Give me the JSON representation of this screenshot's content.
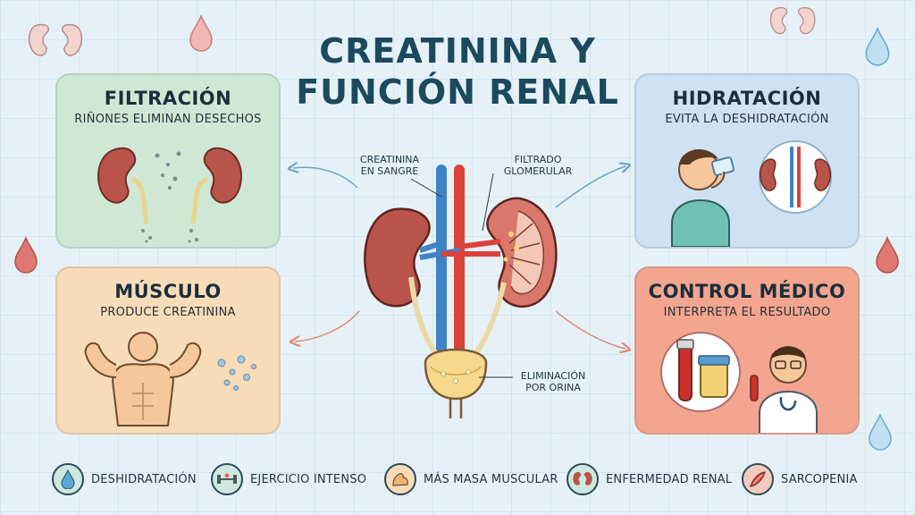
{
  "title": {
    "line1": "CREATININA Y",
    "line2": "FUNCIÓN RENAL"
  },
  "cards": {
    "filtracion": {
      "title": "FILTRACIÓN",
      "subtitle": "RIÑONES ELIMINAN DESECHOS"
    },
    "musculo": {
      "title": "MÚSCULO",
      "subtitle": "PRODUCE CREATININA"
    },
    "hidratacion": {
      "title": "HIDRATACIÓN",
      "subtitle": "EVITA LA DESHIDRATACIÓN"
    },
    "control": {
      "title": "CONTROL MÉDICO",
      "subtitle": "INTERPRETA EL RESULTADO"
    }
  },
  "diagram_labels": {
    "creatinina_sangre": "CREATININA\nEN SANGRE",
    "filtrado": "FILTRADO\nGLOMERULAR",
    "eliminacion": "ELIMINACIÓN\nPOR ORINA"
  },
  "legend": [
    {
      "label": "DESHIDRATACIÓN",
      "icon": "water-drop-icon",
      "color": "#cfe8df"
    },
    {
      "label": "EJERCICIO INTENSO",
      "icon": "dumbbell-icon",
      "color": "#cfe8df"
    },
    {
      "label": "MÁS MASA MUSCULAR",
      "icon": "arm-muscle-icon",
      "color": "#f8dcb8"
    },
    {
      "label": "ENFERMEDAD RENAL",
      "icon": "kidney-icon",
      "color": "#cfe8df"
    },
    {
      "label": "SARCOPENIA",
      "icon": "muscle-fiber-icon",
      "color": "#f3cbbd"
    }
  ],
  "colors": {
    "filtracion_bg": "#cfe8d6",
    "musculo_bg": "#f8dcb8",
    "hidratacion_bg": "#cfe2f3",
    "control_bg": "#f3a58f",
    "kidney": "#b9544a",
    "artery": "#d9433c",
    "vein": "#3e83c4"
  }
}
